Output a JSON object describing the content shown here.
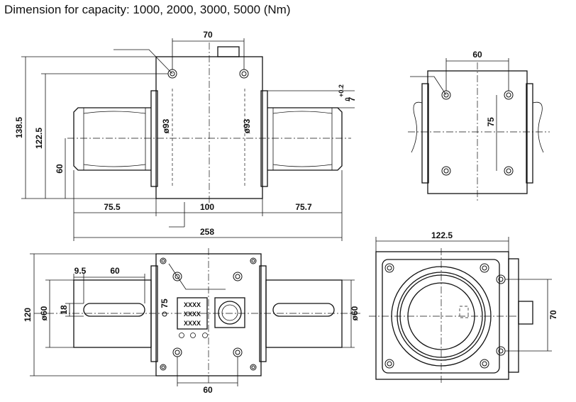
{
  "title": "Dimension for capacity: 1000, 2000, 3000, 5000 (Nm)",
  "front_view": {
    "dim_top": "70",
    "dim_overall_h": "138.5",
    "dim_flange_h": "122.5",
    "dim_shaft": "60",
    "dim_left_dia": "ø93",
    "dim_right_dia": "ø93",
    "dim_left_len": "75.5",
    "dim_mid_len": "100",
    "dim_right_len": "75.7",
    "dim_total": "258",
    "dim_tol_plus": "+0.2",
    "dim_tol_base": "7",
    "dim_tol_zero": "0"
  },
  "side_view": {
    "dim_width": "60",
    "dim_height": "75"
  },
  "top_view": {
    "dim_height": "120",
    "dim_key_offset": "9.5",
    "dim_key_len": "60",
    "dim_key_w": "18",
    "dim_left_shaft": "ø60",
    "dim_right_shaft": "ø60",
    "dim_label": "75",
    "dim_bottom": "60",
    "label_rows": [
      "XXXX",
      "XXXX",
      "XXXX"
    ]
  },
  "end_view": {
    "dim_width": "122.5",
    "dim_height": "70"
  }
}
